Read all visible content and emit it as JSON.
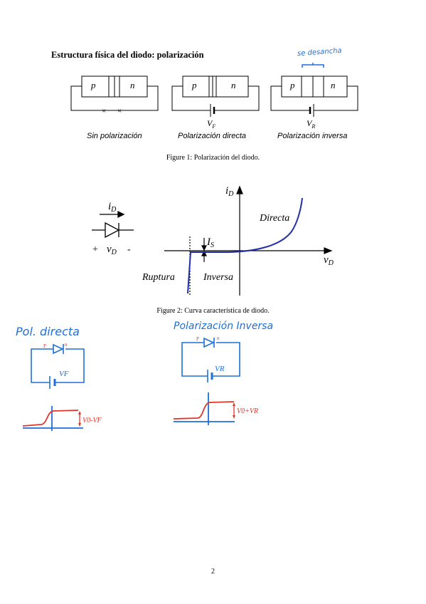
{
  "section_heading": "Estructura física del diodo: polarización",
  "figure1": {
    "panels": [
      {
        "p_label": "p",
        "n_label": "n",
        "source_label": "",
        "source_sub": "",
        "caption": "Sin polarización"
      },
      {
        "p_label": "p",
        "n_label": "n",
        "source_label": "V",
        "source_sub": "F",
        "caption": "Polarización directa"
      },
      {
        "p_label": "p",
        "n_label": "n",
        "source_label": "V",
        "source_sub": "R",
        "caption": "Polarización inversa"
      }
    ],
    "annotation": "se desancha",
    "caption": "Figure 1: Polarización del diodo."
  },
  "figure2": {
    "current_label": "i",
    "current_sub": "D",
    "plus_sign": "+",
    "voltage_label": "v",
    "voltage_sub": "D",
    "minus_sign": "-",
    "y_axis_label": "i",
    "y_axis_sub": "D",
    "x_axis_label": "v",
    "x_axis_sub": "D",
    "is_label": "I",
    "is_sub": "S",
    "region_directa": "Directa",
    "region_inversa": "Inversa",
    "region_ruptura": "Ruptura",
    "caption": "Figure 2: Curva característica de diodo."
  },
  "notes": {
    "left_title": "Pol. directa",
    "left_p": "P",
    "left_n": "n",
    "left_vlabel": "VF",
    "left_delta": "V0-VF",
    "right_title": "Polarización Inversa",
    "right_p": "P",
    "right_n": "n",
    "right_vlabel": "VR",
    "right_delta": "V0+VR"
  },
  "colors": {
    "ink": "#000000",
    "curve_blue": "#1f2fa8",
    "pen_blue": "#1e6fd9",
    "pen_red": "#e0352b"
  },
  "page_number": "2"
}
